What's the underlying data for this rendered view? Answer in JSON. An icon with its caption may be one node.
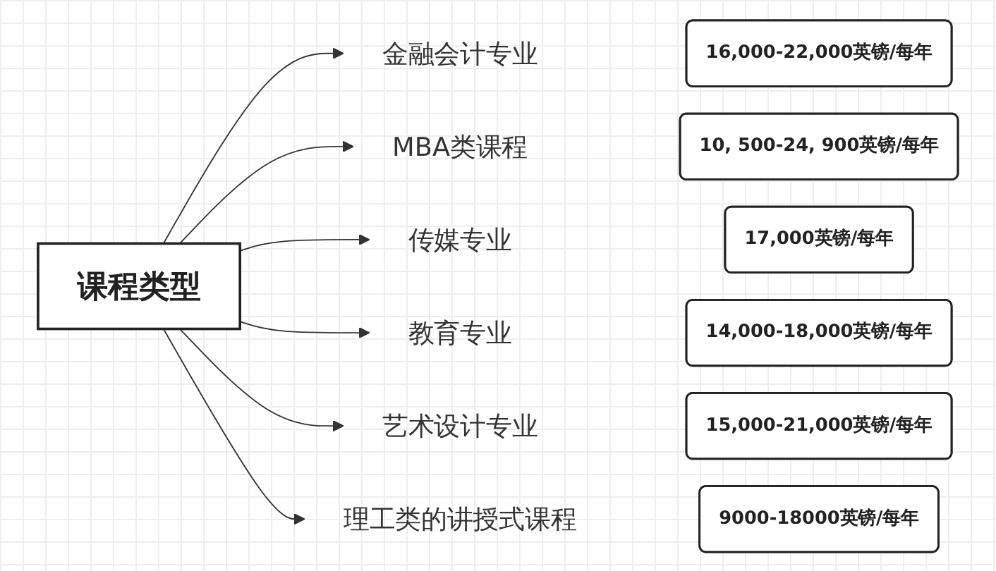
{
  "diagram": {
    "nodes": [
      {
        "text": [
          "课程类型"
        ]
      },
      {
        "text": [
          "金融会计专业"
        ]
      },
      {
        "text": [
          "16,000-22,000英镑/每年"
        ]
      },
      {
        "text": [
          "MBA类课程"
        ]
      },
      {
        "text": [
          "10, 500-24, 900英镑/每年"
        ]
      },
      {
        "text": [
          "传媒专业"
        ]
      },
      {
        "text": [
          "17,000英镑/每年"
        ]
      },
      {
        "text": [
          "教育专业"
        ]
      },
      {
        "text": [
          "14,000-18,000英镑/每年"
        ]
      },
      {
        "text": [
          "艺术设计专业"
        ]
      },
      {
        "text": [
          "15,000-21,000英镑/每年"
        ]
      },
      {
        "text": [
          "理工类的讲授式课程"
        ]
      },
      {
        "text": [
          "9000-18000英镑/每年"
        ]
      }
    ],
    "edges": [
      {
        "from": 0,
        "to": 1,
        "arrow": "to"
      },
      {
        "from": 0,
        "to": 3,
        "arrow": "to"
      },
      {
        "from": 0,
        "to": 5,
        "arrow": "to"
      },
      {
        "from": 0,
        "to": 7,
        "arrow": "to"
      },
      {
        "from": 0,
        "to": 9,
        "arrow": "to"
      },
      {
        "from": 0,
        "to": 11,
        "arrow": "to"
      }
    ]
  }
}
